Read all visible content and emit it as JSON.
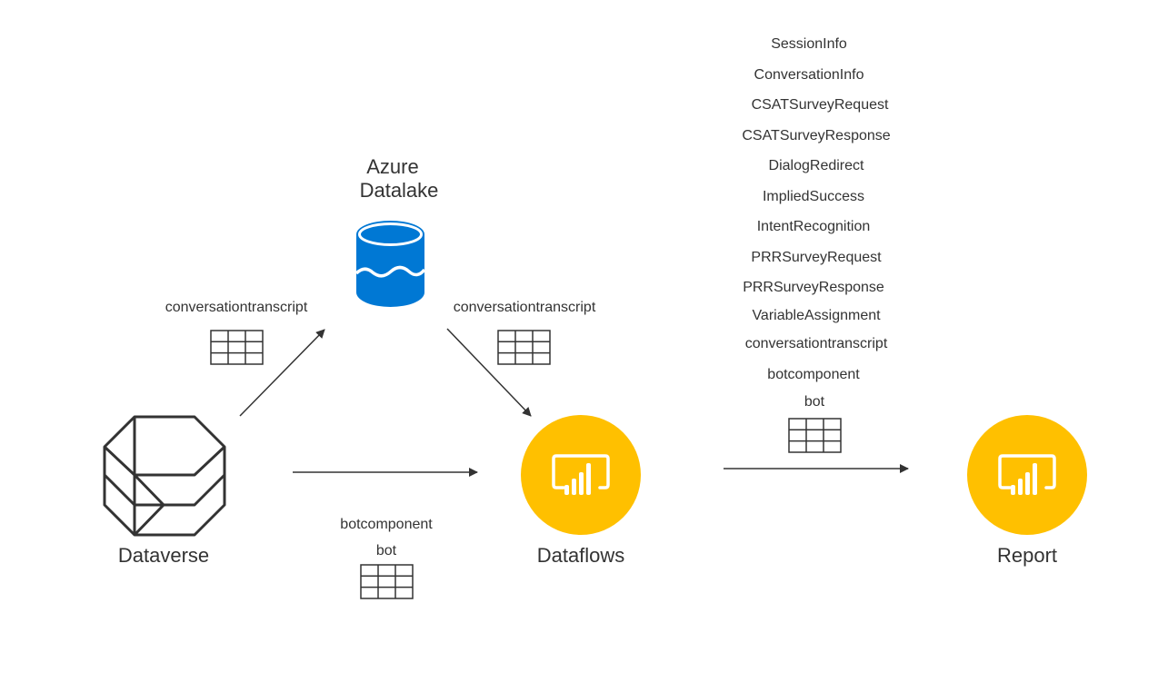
{
  "colors": {
    "powerbi_circle": "#FFC000",
    "datalake_blue": "#0078D4",
    "stroke": "#333333",
    "background": "#FFFFFF"
  },
  "nodes": {
    "dataverse": {
      "label": "Dataverse",
      "icon": "dataverse-icon"
    },
    "datalake": {
      "label_line1": "Azure",
      "label_line2": "Datalake",
      "icon": "database-icon"
    },
    "dataflows": {
      "label": "Dataflows",
      "icon": "powerbi-icon"
    },
    "report": {
      "label": "Report",
      "icon": "powerbi-icon"
    }
  },
  "edges": {
    "dataverse_to_datalake": {
      "tables": [
        "conversationtranscript"
      ]
    },
    "datalake_to_dataflows": {
      "tables": [
        "conversationtranscript"
      ]
    },
    "dataverse_to_dataflows": {
      "tables": [
        "botcomponent",
        "bot"
      ]
    },
    "dataflows_to_report": {
      "tables": [
        "SessionInfo",
        "ConversationInfo",
        "CSATSurveyRequest",
        "CSATSurveyResponse",
        "DialogRedirect",
        "ImpliedSuccess",
        "IntentRecognition",
        "PRRSurveyRequest",
        "PRRSurveyResponse",
        "VariableAssignment",
        "conversationtranscript",
        "botcomponent",
        "bot"
      ]
    }
  }
}
